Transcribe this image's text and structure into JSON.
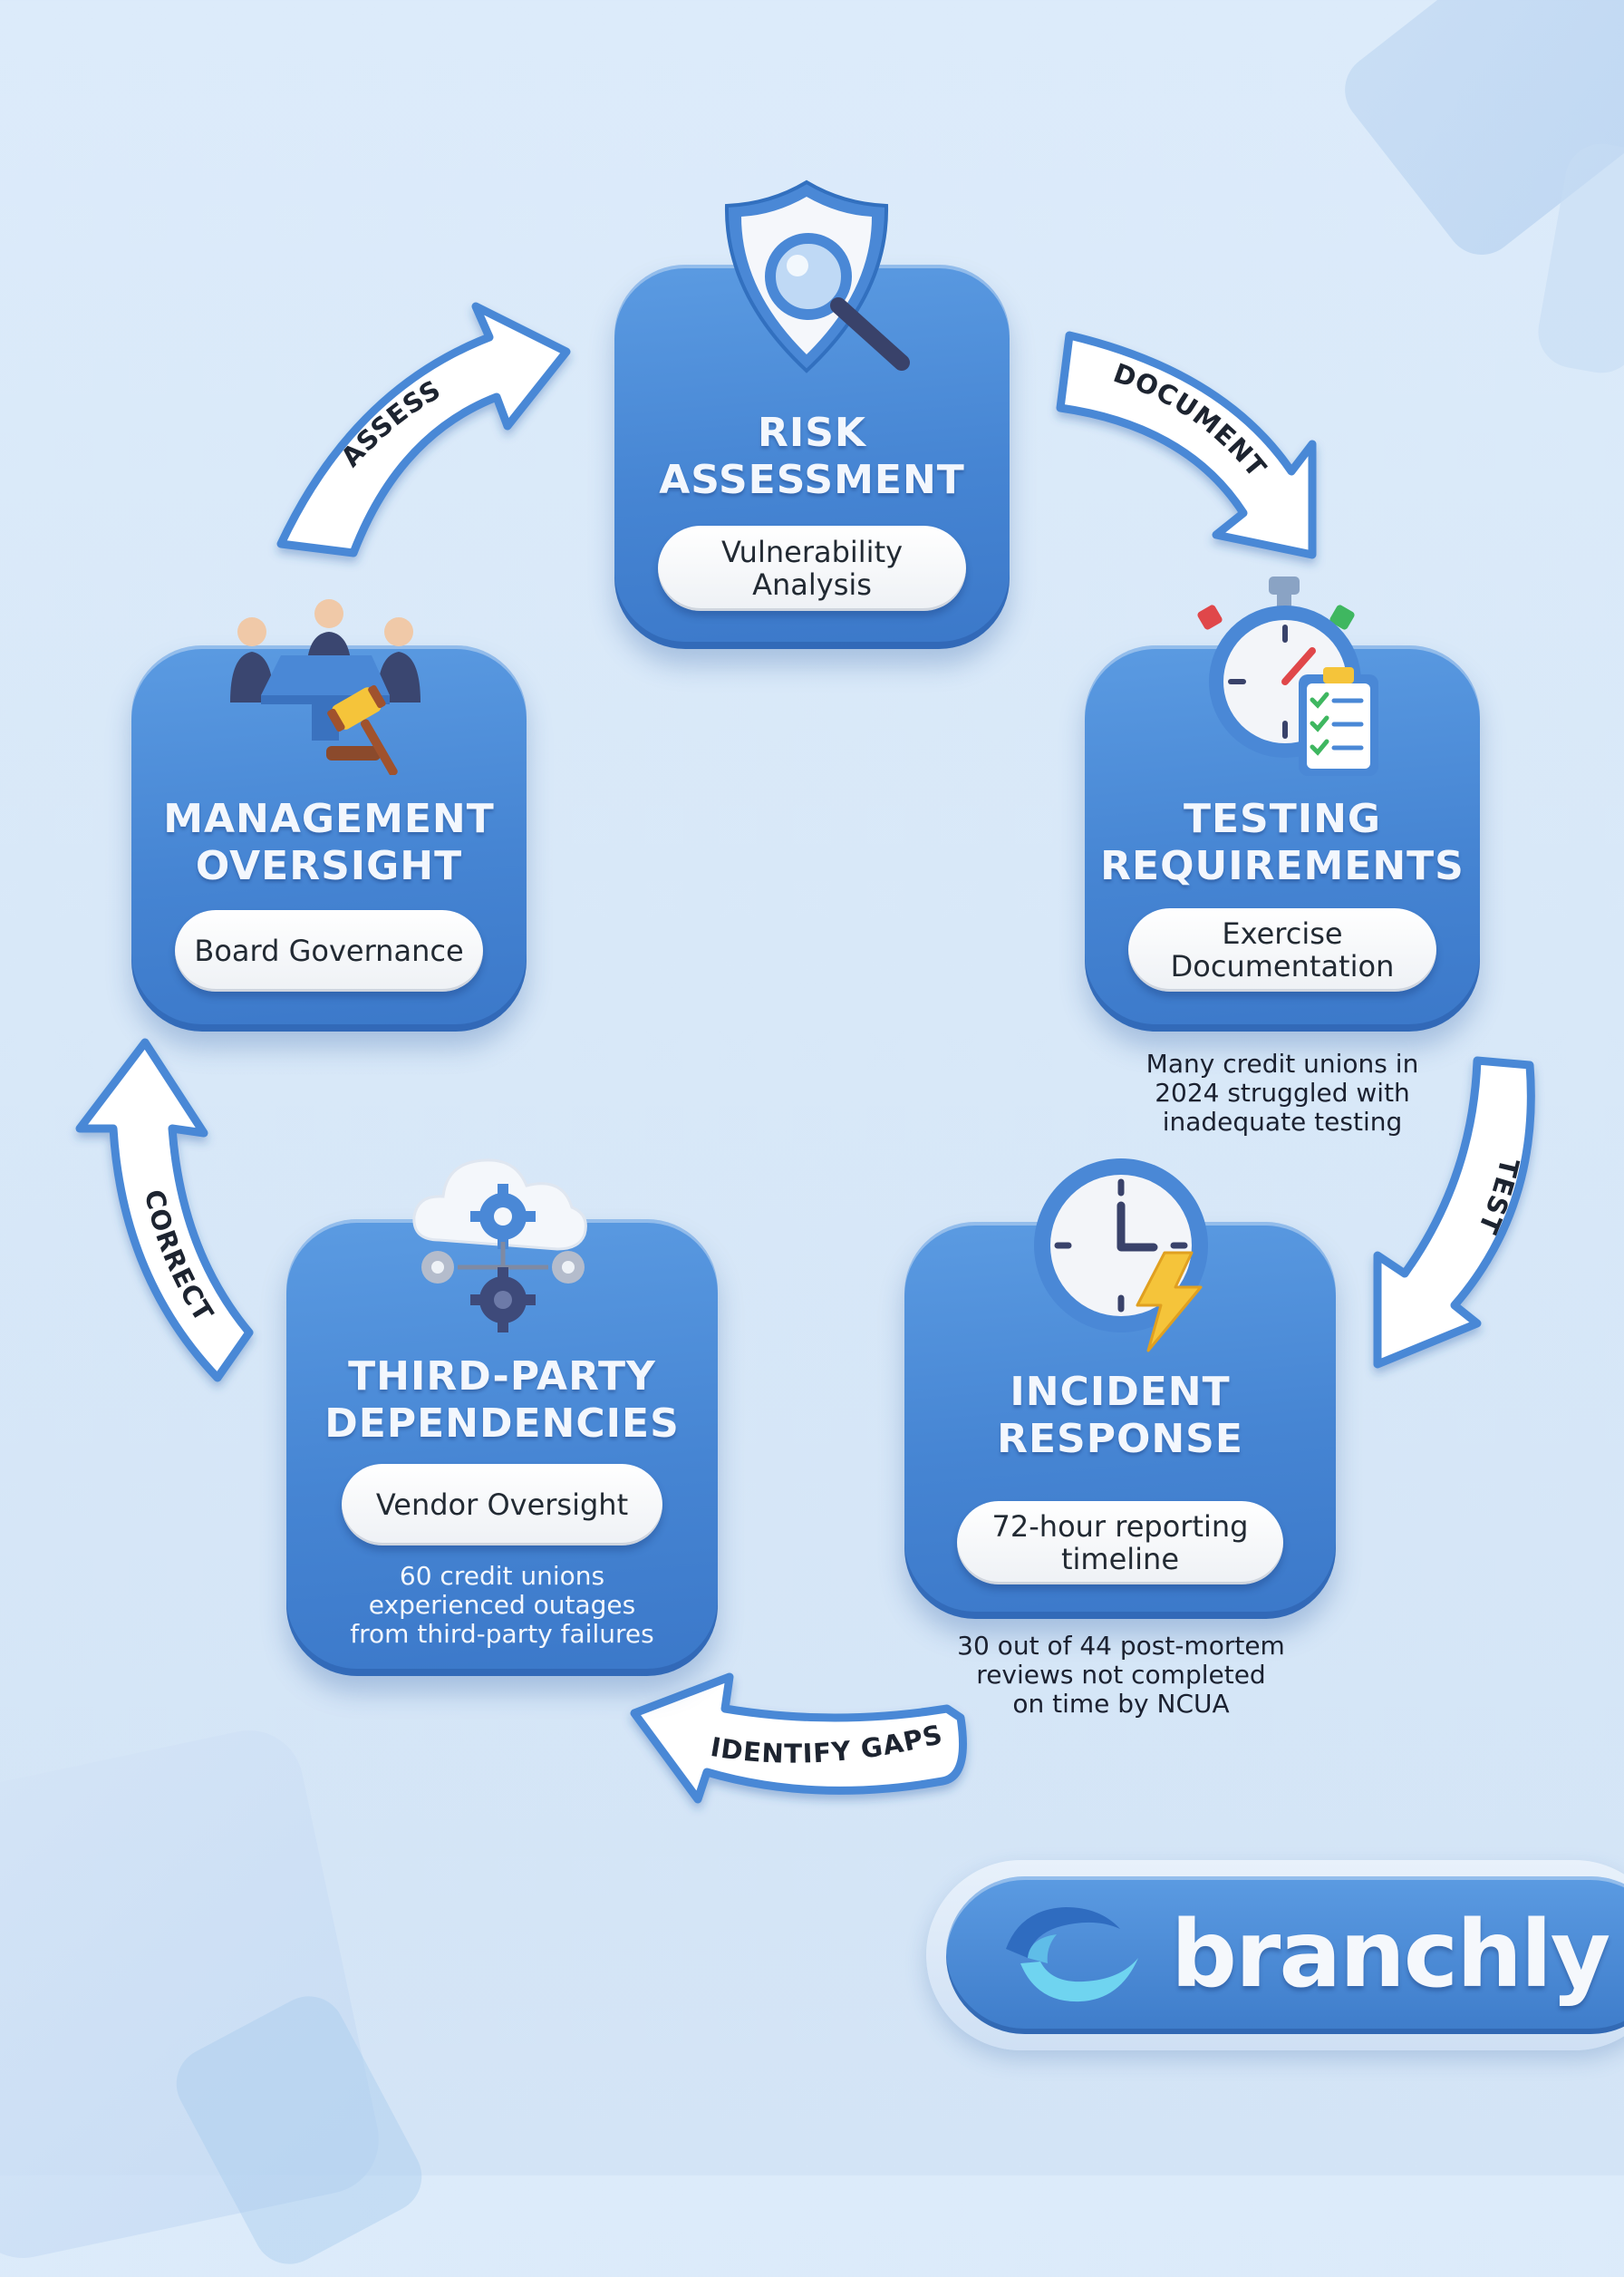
{
  "steps": {
    "risk": {
      "title": "RISK\nASSESSMENT",
      "pill": "Vulnerability\nAnalysis"
    },
    "testing": {
      "title": "TESTING\nREQUIREMENTS",
      "pill": "Exercise\nDocumentation",
      "note": "Many credit unions in\n2024 struggled with\ninadequate testing"
    },
    "incident": {
      "title": "INCIDENT\nRESPONSE",
      "pill": "72-hour reporting\ntimeline",
      "note": "30 out of 44 post-mortem\nreviews not completed\non time by NCUA"
    },
    "third_party": {
      "title": "THIRD-PARTY\nDEPENDENCIES",
      "pill": "Vendor Oversight",
      "note": "60 credit unions\nexperienced outages\nfrom third-party failures"
    },
    "management": {
      "title": "MANAGEMENT\nOVERSIGHT",
      "pill": "Board Governance"
    }
  },
  "arrows": {
    "assess": "ASSESS",
    "document": "DOCUMENT",
    "test": "TEST",
    "identify_gaps": "IDENTIFY GAPS",
    "correct": "CORRECT"
  },
  "brand": {
    "name": "branchly"
  },
  "colors": {
    "card": "#4a88d6",
    "background": "#d9e9f9",
    "pill": "#ffffff",
    "accent_yellow": "#f5c43a"
  }
}
